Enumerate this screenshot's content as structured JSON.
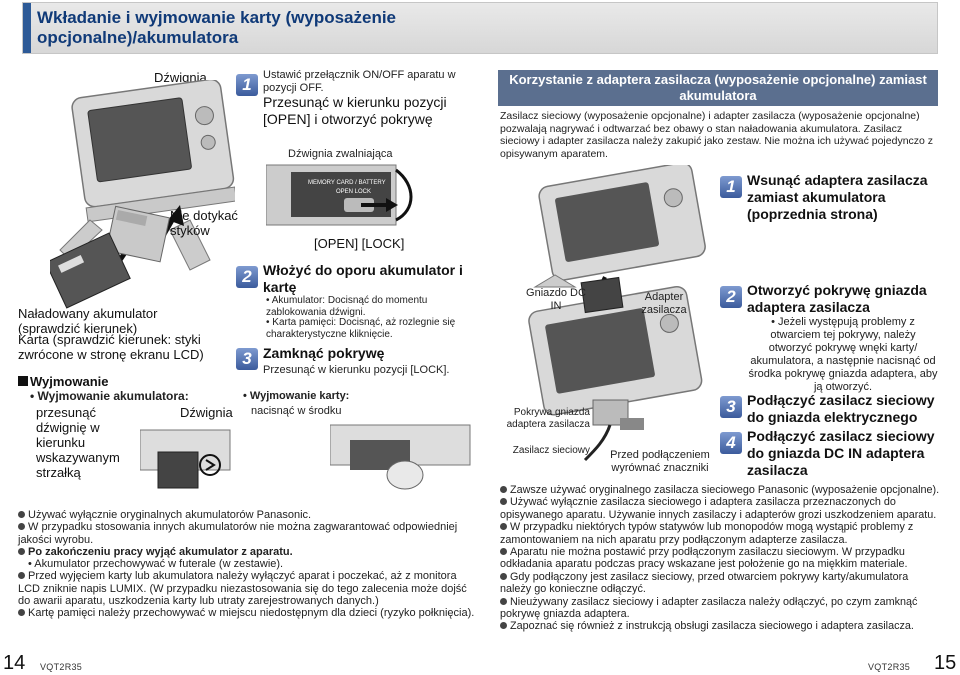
{
  "header": {
    "title": "Wkładanie i wyjmowanie karty (wyposażenie opcjonalne)/akumulatora"
  },
  "left": {
    "lever_label": "Dźwignia",
    "no_touch_label": "Nie dotykać styków",
    "charged_battery_label": "Naładowany akumulator (sprawdzić kierunek)",
    "card_label": "Karta (sprawdzić kierunek: styki zwrócone w stronę ekranu LCD)",
    "removal_title": "Wyjmowanie",
    "removal_battery_label": "• Wyjmowanie akumulatora:",
    "removal_battery_text": "przesunąć dźwignię w kierunku wskazywanym strzałką",
    "removal_lever_label": "Dźwignia"
  },
  "steps_middle": [
    {
      "num": "1",
      "text1": "Ustawić przełącznik ON/OFF aparatu w pozycji OFF.",
      "text2": "Przesunąć w kierunku pozycji [OPEN] i otworzyć pokrywę",
      "sub": "Dźwignia zwalniająca"
    },
    {
      "num": "2",
      "text1": "Włożyć do oporu akumulator i kartę",
      "b1": "• Akumulator: Docisnąć do momentu zablokowania dźwigni.",
      "b2": "• Karta pamięci: Docisnąć, aż rozlegnie się charakterystyczne kliknięcie."
    },
    {
      "num": "3",
      "text1": "Zamknąć pokrywę",
      "text2": "Przesunąć w kierunku pozycji [LOCK]."
    }
  ],
  "door_label": "[OPEN]   [LOCK]",
  "door_print": {
    "line1": "MEMORY CARD / BATTERY",
    "line2": "OPEN    LOCK"
  },
  "card_removal": {
    "title": "• Wyjmowanie karty:",
    "text": "nacisnąć w środku"
  },
  "notes_left": [
    {
      "text": "Używać wyłącznie oryginalnych akumulatorów Panasonic.",
      "bold": false,
      "dot": true
    },
    {
      "text": "W przypadku stosowania innych akumulatorów nie można zagwarantować odpowiedniej jakości wyrobu.",
      "bold": false,
      "dot": true
    },
    {
      "text": "Po zakończeniu pracy wyjąć akumulator z aparatu.",
      "bold": true,
      "dot": true
    },
    {
      "text": "• Akumulator przechowywać w futerale (w zestawie).",
      "bold": false,
      "dot": false
    },
    {
      "text": "Przed wyjęciem karty lub akumulatora należy wyłączyć aparat i poczekać, aż z monitora LCD zniknie napis LUMIX. (W przypadku niezastosowania się do tego zalecenia może dojść do awarii aparatu, uszkodzenia karty lub utraty zarejestrowanych danych.)",
      "bold": false,
      "dot": true
    },
    {
      "text": "Kartę pamięci należy przechowywać w miejscu niedostępnym dla dzieci (ryzyko połknięcia).",
      "bold": false,
      "dot": true
    }
  ],
  "dc_panel": {
    "title": "Korzystanie z adaptera zasilacza (wyposażenie opcjonalne) zamiast akumulatora",
    "intro": "Zasilacz sieciowy (wyposażenie opcjonalne) i adapter zasilacza (wyposażenie opcjonalne) pozwalają nagrywać i odtwarzać bez obawy o stan naładowania akumulatora. Zasilacz sieciowy i adapter zasilacza należy zakupić jako zestaw. Nie można ich używać pojedynczo z opisywanym aparatem."
  },
  "steps_right": [
    {
      "num": "1",
      "text": "Wsunąć adaptera zasilacza zamiast akumulatora (poprzednia strona)"
    },
    {
      "num": "2",
      "text": "Otworzyć pokrywę gniazda adaptera zasilacza",
      "bullet": "• Jeżeli występują problemy z otwarciem tej pokrywy, należy otworzyć pokrywę wnęki karty/ akumulatora, a następnie nacisnąć od środka pokrywę gniazda adaptera, aby ją otworzyć."
    },
    {
      "num": "3",
      "text": "Podłączyć zasilacz sieciowy do gniazda elektrycznego"
    },
    {
      "num": "4",
      "text": "Podłączyć zasilacz sieciowy do gniazda DC IN adaptera zasilacza"
    }
  ],
  "right_labels": {
    "dc_in": "Gniazdo DC IN",
    "adapter": "Adapter zasilacza",
    "cover": "Pokrywa gniazda adaptera zasilacza",
    "ac_adapter": "Zasilacz sieciowy",
    "align": "Przed podłączeniem wyrównać znaczniki"
  },
  "notes_right": [
    "Zawsze używać oryginalnego zasilacza sieciowego Panasonic (wyposażenie opcjonalne).",
    "Używać wyłącznie zasilacza sieciowego i adaptera zasilacza przeznaczonych do opisywanego aparatu. Używanie innych zasilaczy i adapterów grozi uszkodzeniem aparatu.",
    "W przypadku niektórych typów statywów lub monopodów mogą wystąpić problemy z zamontowaniem na nich aparatu przy podłączonym adapterze zasilacza.",
    "Aparatu nie można postawić przy podłączonym zasilaczu sieciowym. W przypadku odkładania aparatu podczas pracy wskazane jest położenie go na miękkim materiale.",
    "Gdy podłączony jest zasilacz sieciowy, przed otwarciem pokrywy karty/akumulatora należy go konieczne odłączyć.",
    "Nieużywany zasilacz sieciowy i adapter zasilacza należy odłączyć, po czym zamknąć pokrywę gniazda adaptera.",
    "Zapoznać się również z instrukcją obsługi zasilacza sieciowego i adaptera zasilacza."
  ],
  "footer": {
    "left_page": "14",
    "left_code": "VQT2R35",
    "right_code": "VQT2R35",
    "right_page": "15"
  },
  "colors": {
    "accent": "#2d5a97",
    "panel": "#5b6f8f",
    "step": "#3b5b9c"
  }
}
